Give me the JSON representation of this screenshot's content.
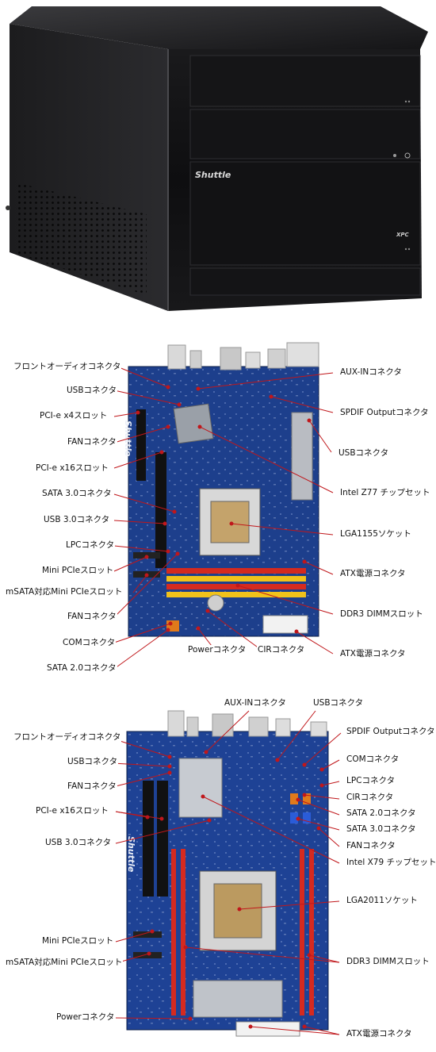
{
  "case": {
    "brand": "Shuttle",
    "badge": "XPC"
  },
  "board1": {
    "logo": "Shuttle",
    "left_labels": [
      "フロントオーディオコネクタ",
      "USBコネクタ",
      "PCI-e x4スロット",
      "FANコネクタ",
      "PCI-e x16スロット",
      "SATA 3.0コネクタ",
      "USB 3.0コネクタ",
      "LPCコネクタ",
      "Mini PCIeスロット",
      "mSATA対応Mini PCIeスロット",
      "FANコネクタ",
      "COMコネクタ",
      "SATA 2.0コネクタ"
    ],
    "right_labels": [
      "AUX-INコネクタ",
      "SPDIF Outputコネクタ",
      "USBコネクタ",
      "Intel Z77 チップセット",
      "LGA1155ソケット",
      "ATX電源コネクタ",
      "DDR3 DIMMスロット",
      "ATX電源コネクタ"
    ],
    "bottom_labels": [
      "Powerコネクタ",
      "CIRコネクタ"
    ]
  },
  "board2": {
    "logo": "Shuttle",
    "left_labels": [
      "フロントオーディオコネクタ",
      "USBコネクタ",
      "FANコネクタ",
      "PCI-e x16スロット",
      "USB 3.0コネクタ",
      "Mini PCIeスロット",
      "mSATA対応Mini PCIeスロット",
      "Powerコネクタ"
    ],
    "top_labels": [
      "AUX-INコネクタ",
      "USBコネクタ"
    ],
    "right_labels": [
      "SPDIF Outputコネクタ",
      "COMコネクタ",
      "LPCコネクタ",
      "CIRコネクタ",
      "SATA 2.0コネクタ",
      "SATA 3.0コネクタ",
      "FANコネクタ",
      "Intel X79 チップセット",
      "LGA2011ソケット",
      "DDR3 DIMMスロット",
      "ATX電源コネクタ"
    ]
  }
}
